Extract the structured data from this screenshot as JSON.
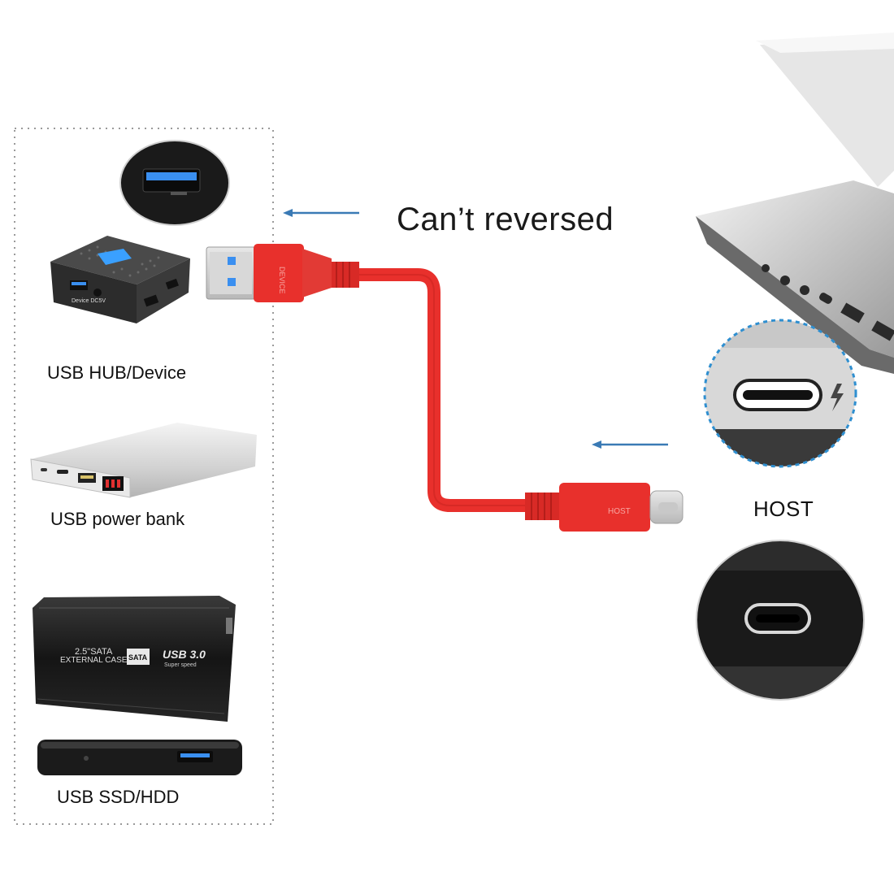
{
  "title": "Can’t reversed",
  "devices": {
    "hub_label": "USB HUB/Device",
    "bank_label": "USB power bank",
    "ssd_label": "USB SSD/HDD"
  },
  "host": {
    "label": "HOST"
  },
  "hub_port_text": "Device  DC5V",
  "ssd_case": {
    "line1": "2.5\"SATA",
    "line2": "EXTERNAL CASE",
    "badge": "SATA",
    "usb_title": "USB 3.0",
    "usb_sub": "Super speed"
  },
  "cable": {
    "usb_a_end_text": "DEVICE",
    "usb_c_end_text": "HOST"
  },
  "colors": {
    "cable_red": "#e8302c",
    "arrow_blue": "#3a7ab5",
    "ring_blue": "#2f8fd0"
  }
}
